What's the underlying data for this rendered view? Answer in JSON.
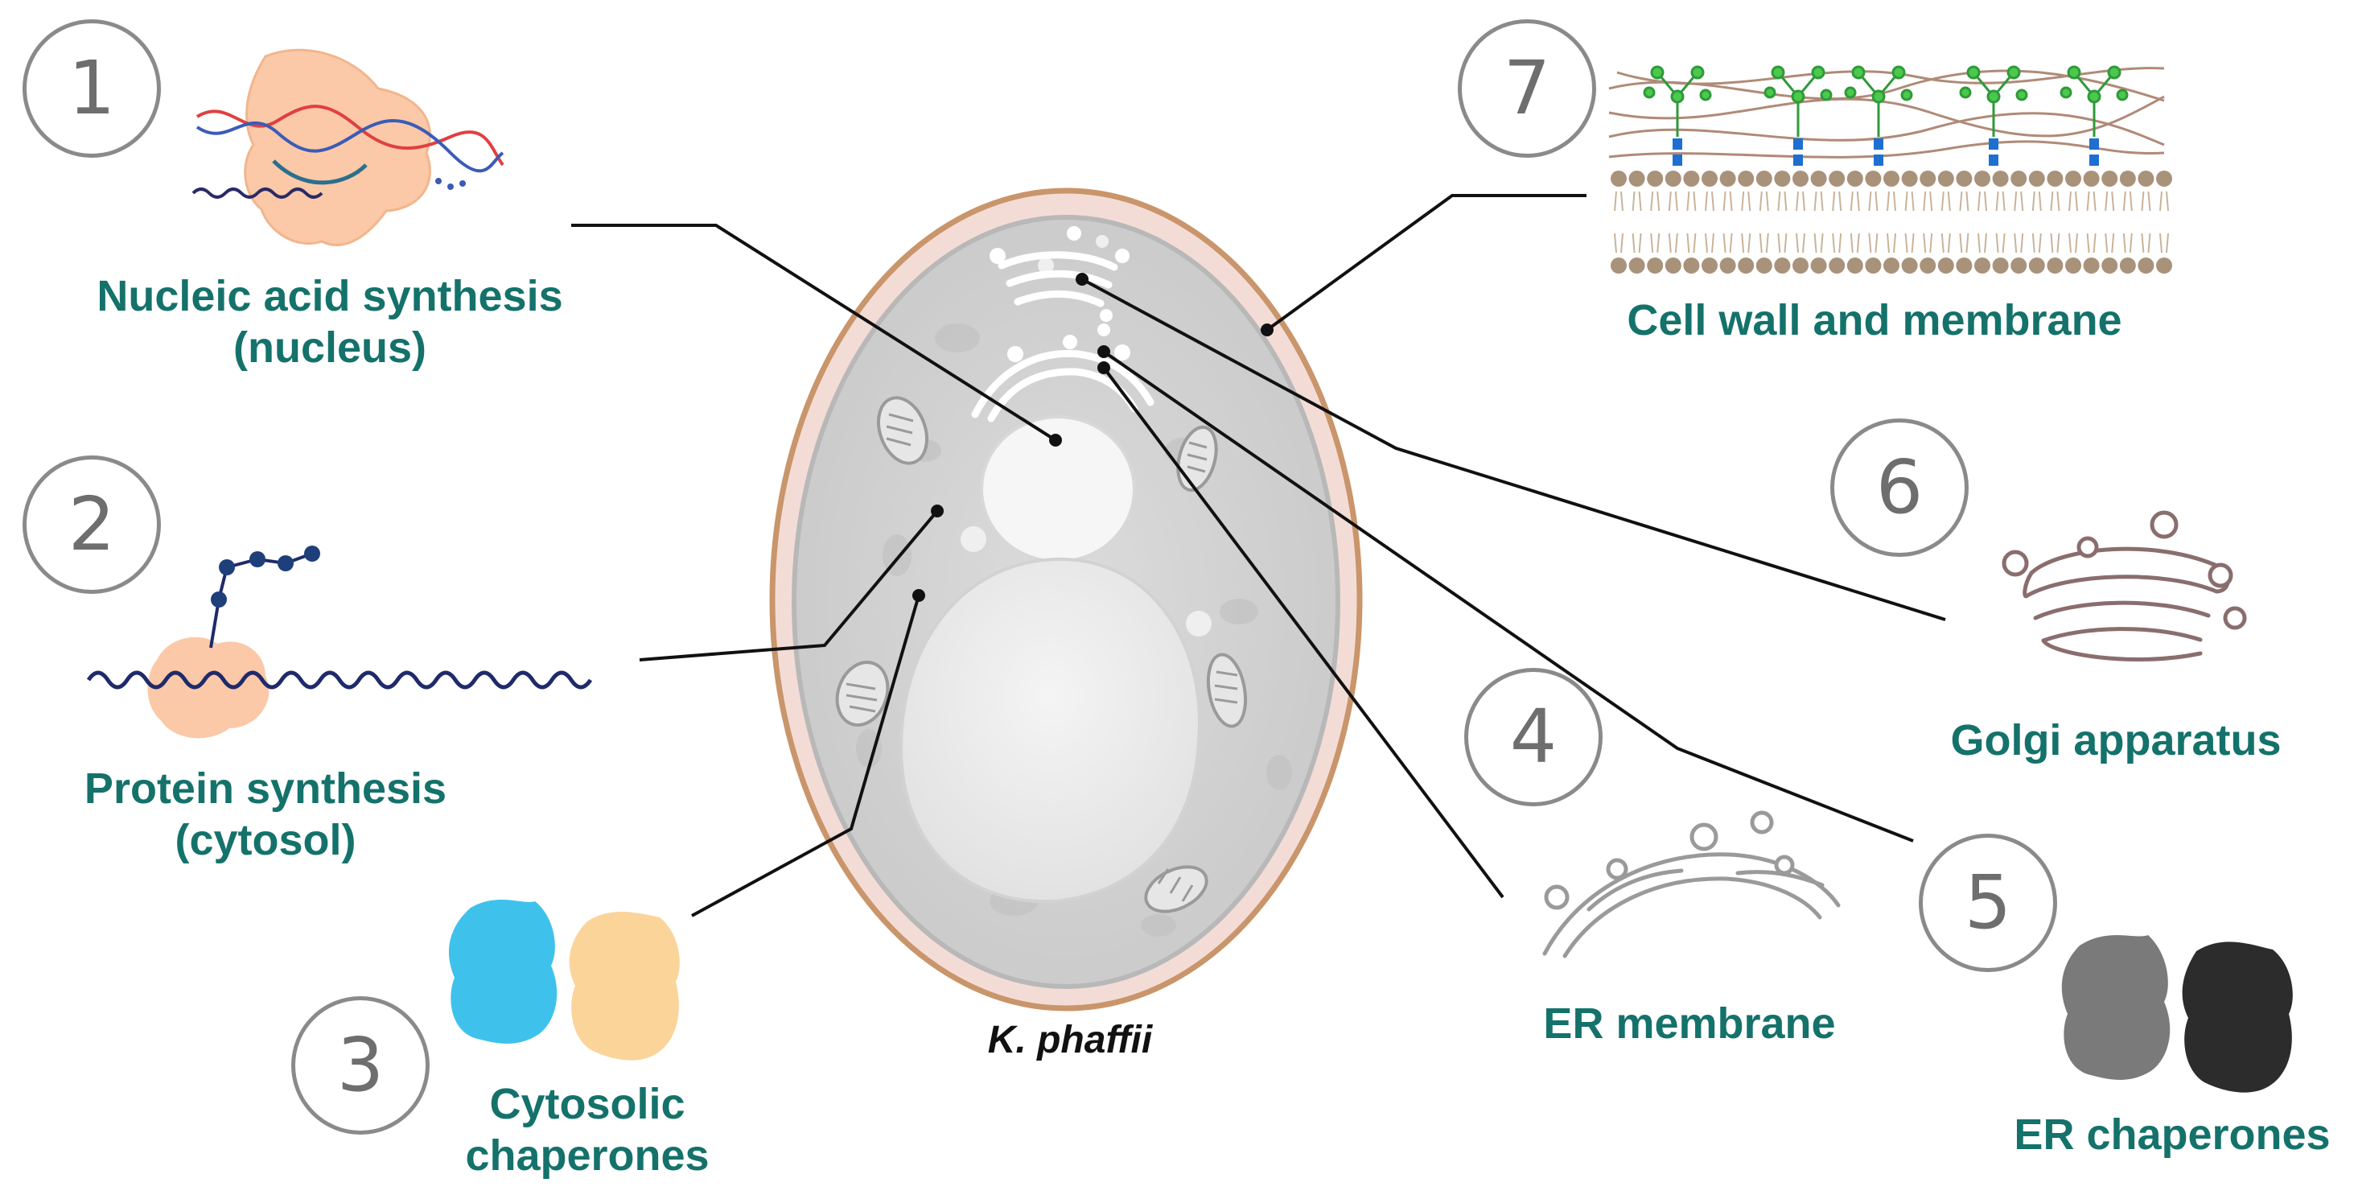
{
  "colors": {
    "label": "#14726b",
    "number_ring": "#8a8a8a",
    "cell_wall": "#c9956a",
    "cytoplasm": "#d6d6d6",
    "leader_line": "#111111"
  },
  "organism": "K. phaffii",
  "steps": [
    {
      "number": "1",
      "line1": "Nucleic acid synthesis",
      "line2": "(nucleus)"
    },
    {
      "number": "2",
      "line1": "Protein synthesis",
      "line2": "(cytosol)"
    },
    {
      "number": "3",
      "line1": "Cytosolic",
      "line2": "chaperones"
    },
    {
      "number": "4",
      "line1": "ER membrane",
      "line2": ""
    },
    {
      "number": "5",
      "line1": "ER chaperones",
      "line2": ""
    },
    {
      "number": "6",
      "line1": "Golgi apparatus",
      "line2": ""
    },
    {
      "number": "7",
      "line1": "Cell wall and membrane",
      "line2": ""
    }
  ]
}
